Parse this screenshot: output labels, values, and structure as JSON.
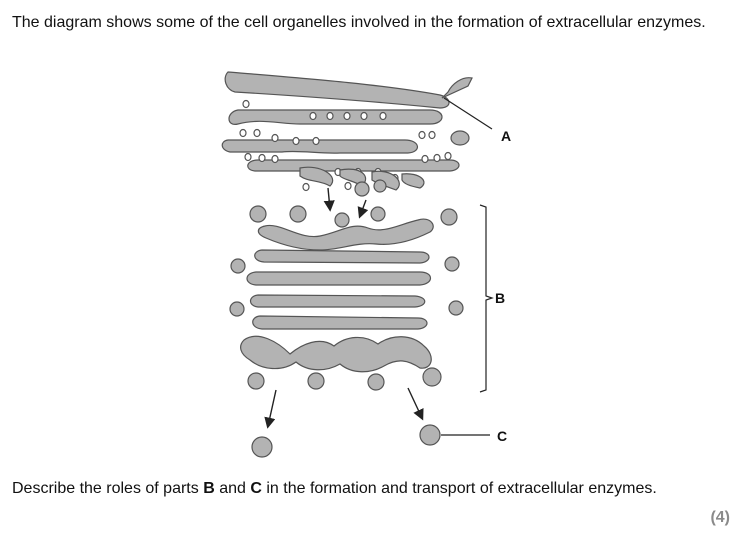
{
  "intro": "The diagram shows some of the cell organelles involved in the formation of extracellular enzymes.",
  "diagram": {
    "label_a": "A",
    "label_b": "B",
    "label_c": "C"
  },
  "question": {
    "part1": "Describe the roles of parts ",
    "bold1": "B",
    "part2": " and ",
    "bold2": "C",
    "part3": " in the formation and transport of extracellular enzymes."
  },
  "marks": "(4)",
  "colors": {
    "organelle_fill": "#b3b3b3",
    "outline": "#555555"
  }
}
